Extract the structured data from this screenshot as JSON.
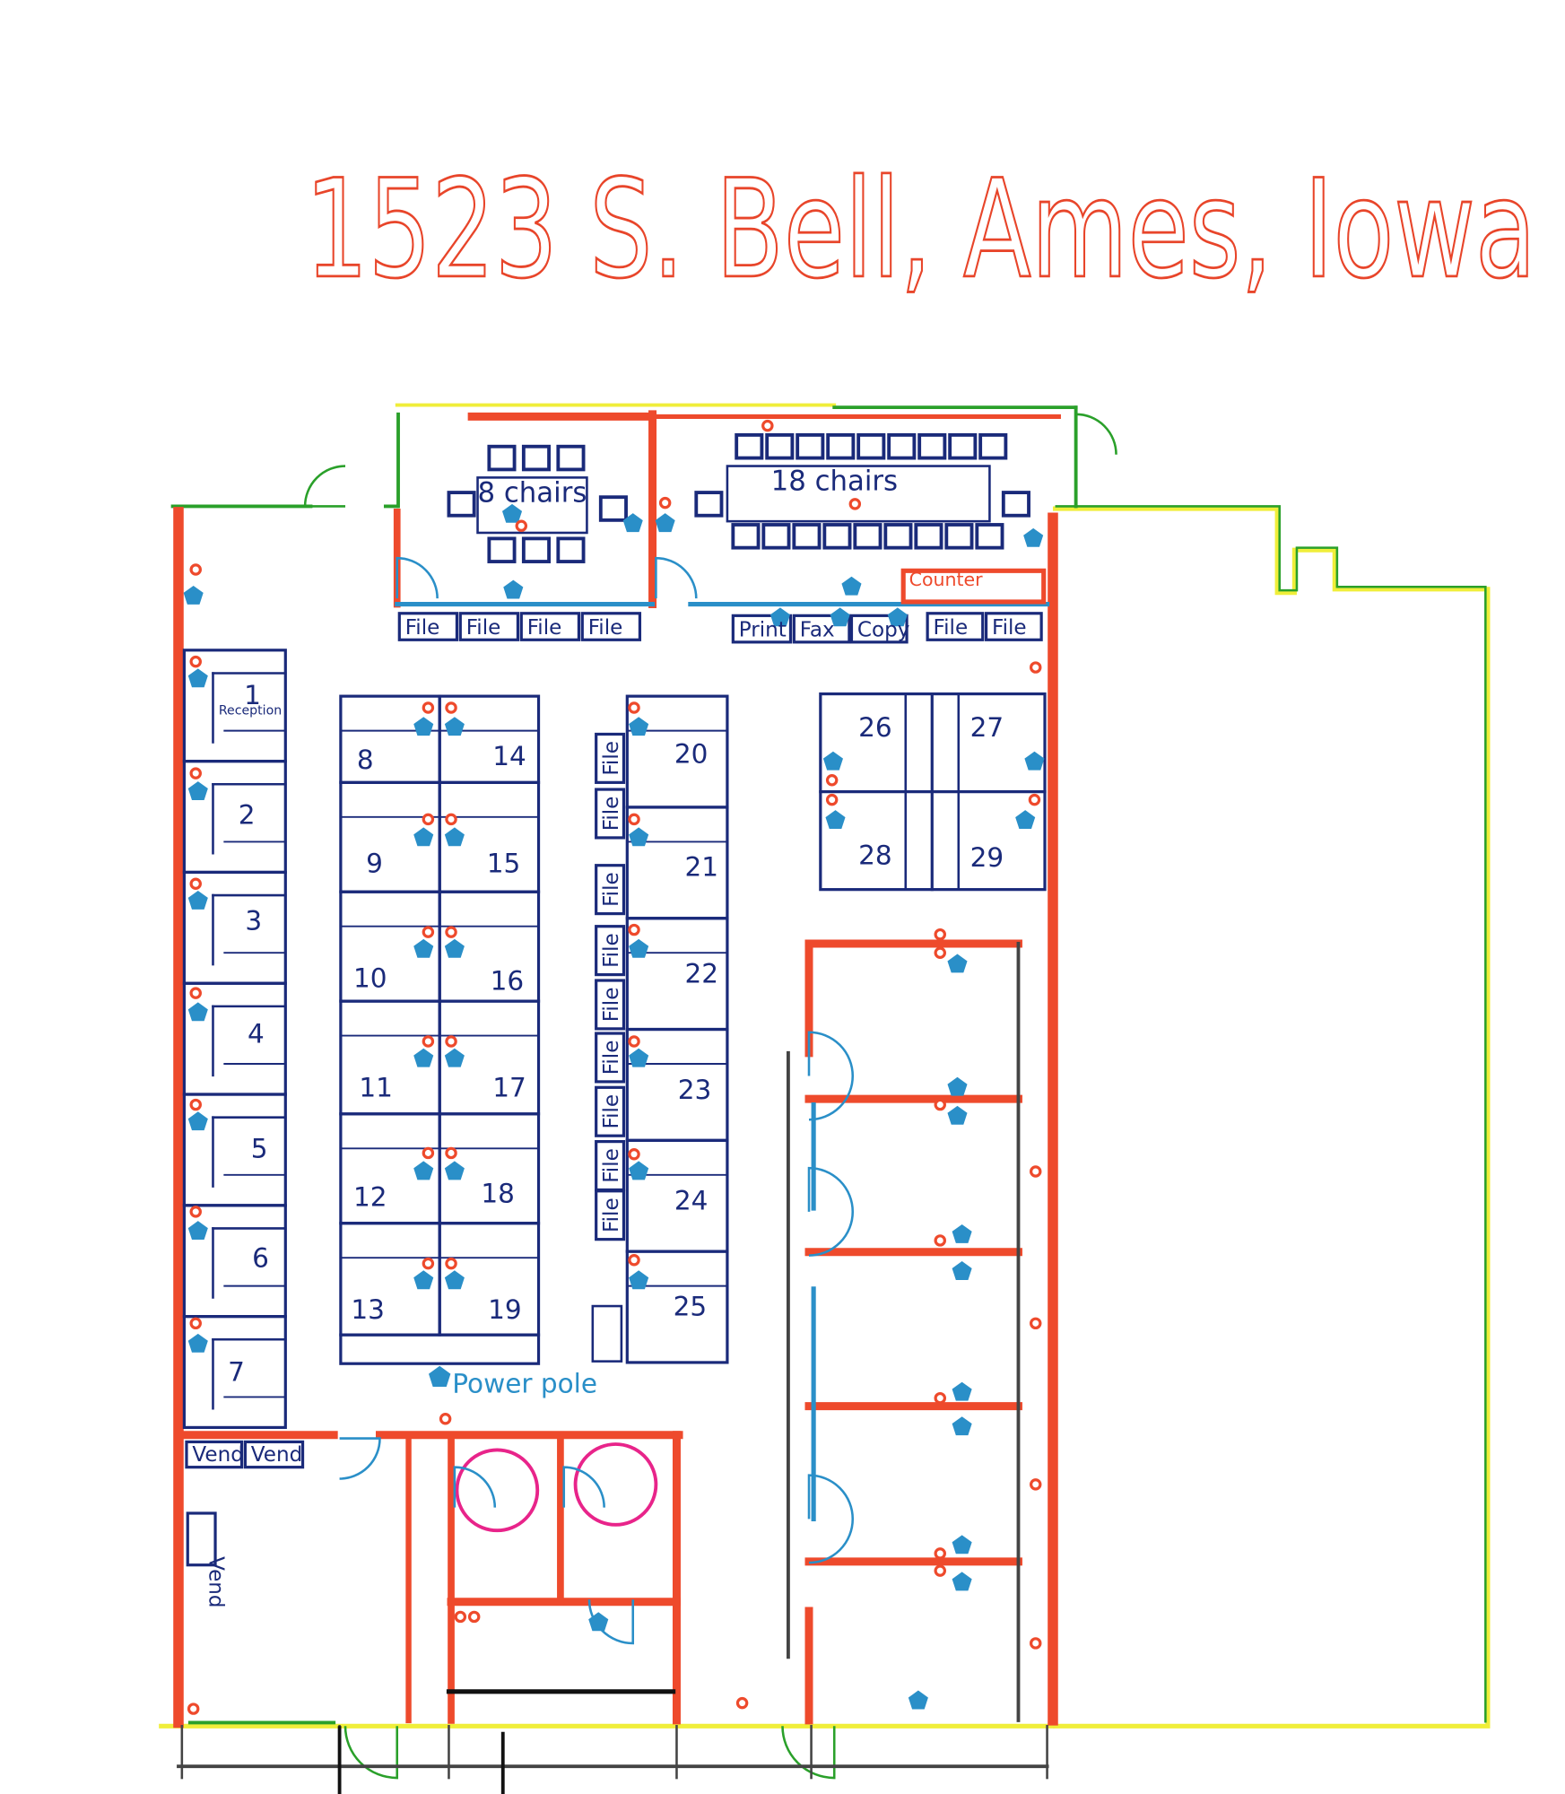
{
  "title": "1523 S. Bell, Ames, Iowa",
  "rooms": {
    "small_conference": "8 chairs",
    "large_conference": "18 chairs",
    "reception": "Reception",
    "counter": "Counter",
    "power_pole": "Power pole"
  },
  "cubicles": [
    "1",
    "2",
    "3",
    "4",
    "5",
    "6",
    "7",
    "8",
    "9",
    "10",
    "11",
    "12",
    "13",
    "14",
    "15",
    "16",
    "17",
    "18",
    "19",
    "20",
    "21",
    "22",
    "23",
    "24",
    "25",
    "26",
    "27",
    "28",
    "29"
  ],
  "equipment": {
    "top_files": [
      "File",
      "File",
      "File",
      "File"
    ],
    "print": "Print",
    "fax": "Fax",
    "copy": "Copy",
    "right_files": [
      "File",
      "File"
    ],
    "column_files": [
      "File",
      "File",
      "File",
      "File",
      "File",
      "File",
      "File",
      "File",
      "File"
    ],
    "vending": [
      "Vend",
      "Vend",
      "Vend"
    ]
  },
  "colors": {
    "title": "#e8452a",
    "wall": "#ee4a2c",
    "furniture": "#1a2a7a",
    "data_jack": "#2a8fc8",
    "exterior_green": "#2aa02a",
    "exterior_yellow": "#f0ee3a",
    "restroom": "#e8248a"
  }
}
